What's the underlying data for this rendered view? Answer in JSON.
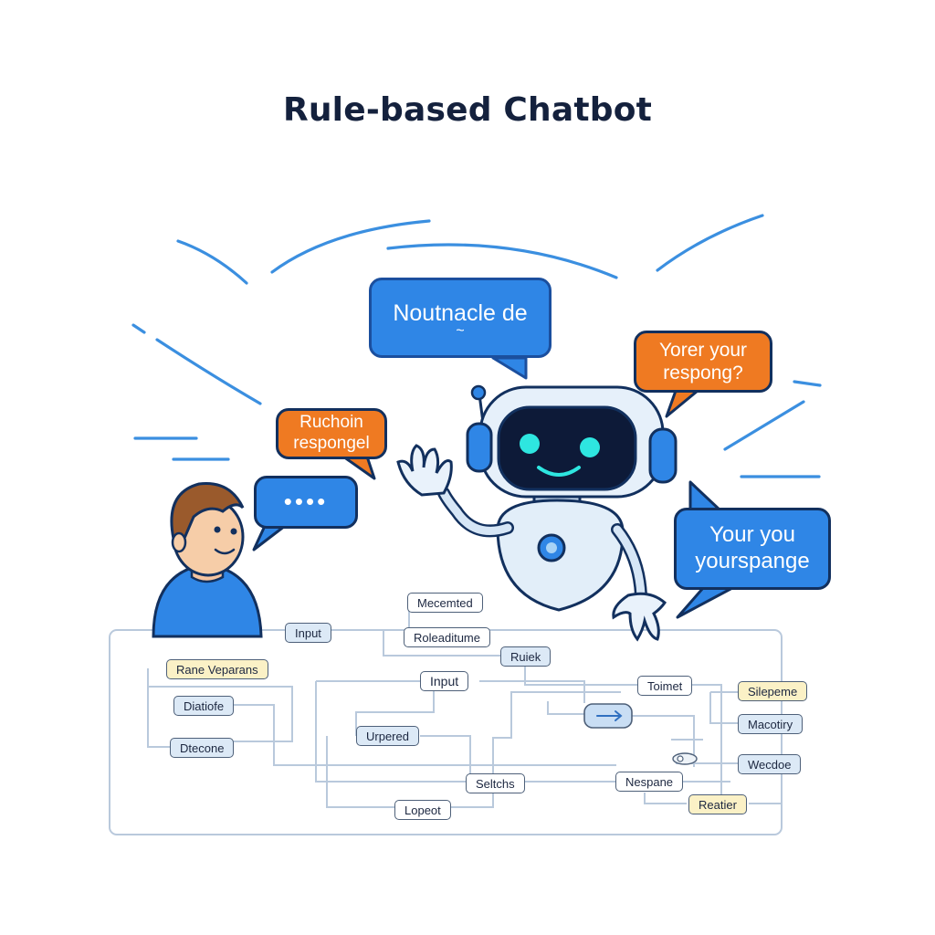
{
  "title": "Rule-based Chatbot",
  "colors": {
    "title": "#14213d",
    "bubble_blue": "#2f86e6",
    "bubble_orange": "#ef7a22",
    "outline": "#12305e",
    "wire": "#b9c9dc",
    "motion_line": "#3b8fe0"
  },
  "characters": {
    "user": "person-avatar",
    "bot": "robot-assistant"
  },
  "bubbles": {
    "robot_top": "Noutnacle de",
    "robot_top_sub": "~",
    "orange_right": "Yorer your respong?",
    "orange_left": "Ruchoin respongel",
    "user_typing": "••••",
    "blue_right": "Your you yourspange"
  },
  "nodes": {
    "mecemted": "Mecemted",
    "input_top": "Input",
    "roleaditume": "Roleaditume",
    "ruiek": "Ruiek",
    "input_mid": "Input",
    "toimet": "Toimet",
    "rane_veparans": "Rane Veparans",
    "diatiofe": "Diatiofe",
    "dtecone": "Dtecone",
    "urpered": "Urpered",
    "seltchs": "Seltchs",
    "nespane": "Nespane",
    "lopeot": "Lopeot",
    "reatier": "Reatier",
    "silepeme": "Silepeme",
    "macotiry": "Macotiry",
    "wecdoe": "Wecdoe"
  }
}
